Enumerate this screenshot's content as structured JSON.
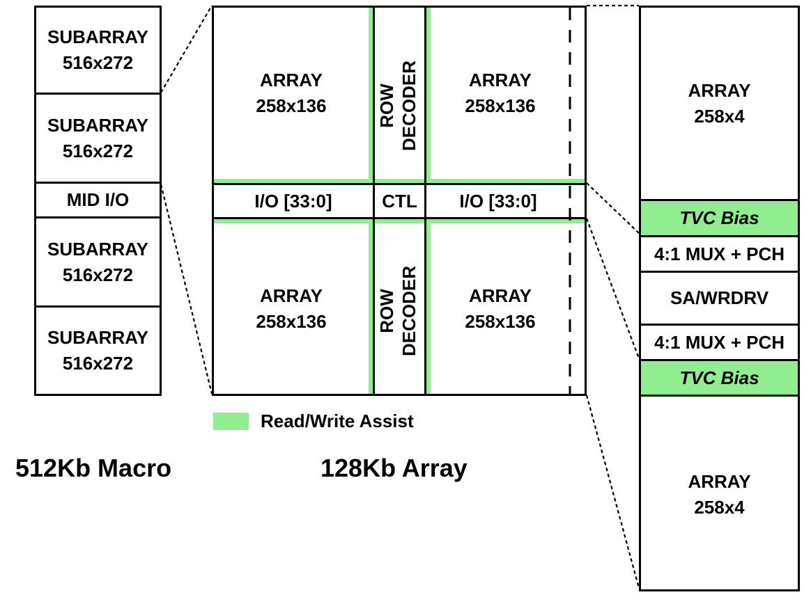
{
  "macro": {
    "caption": "512Kb Macro",
    "blocks": [
      {
        "label": "SUBARRAY\n516x272"
      },
      {
        "label": "SUBARRAY\n516x272"
      },
      {
        "label": "MID I/O"
      },
      {
        "label": "SUBARRAY\n516x272"
      },
      {
        "label": "SUBARRAY\n516x272"
      }
    ]
  },
  "array": {
    "caption": "128Kb Array",
    "top_left": "ARRAY\n258x136",
    "top_right": "ARRAY\n258x136",
    "bottom_left": "ARRAY\n258x136",
    "bottom_right": "ARRAY\n258x136",
    "row_decoder_top": "ROW\nDECODER",
    "row_decoder_bottom": "ROW\nDECODER",
    "io_left": "I/O [33:0]",
    "ctl": "CTL",
    "io_right": "I/O [33:0]"
  },
  "legend": {
    "label": "Read/Write Assist",
    "color": "#90ee90"
  },
  "column": {
    "blocks": [
      {
        "label": "ARRAY\n258x4",
        "highlight": false
      },
      {
        "label": "TVC Bias",
        "highlight": true
      },
      {
        "label": "4:1 MUX + PCH",
        "highlight": false
      },
      {
        "label": "SA/WRDRV",
        "highlight": false
      },
      {
        "label": "4:1 MUX + PCH",
        "highlight": false
      },
      {
        "label": "TVC Bias",
        "highlight": true
      },
      {
        "label": "ARRAY\n258x4",
        "highlight": false
      }
    ]
  }
}
